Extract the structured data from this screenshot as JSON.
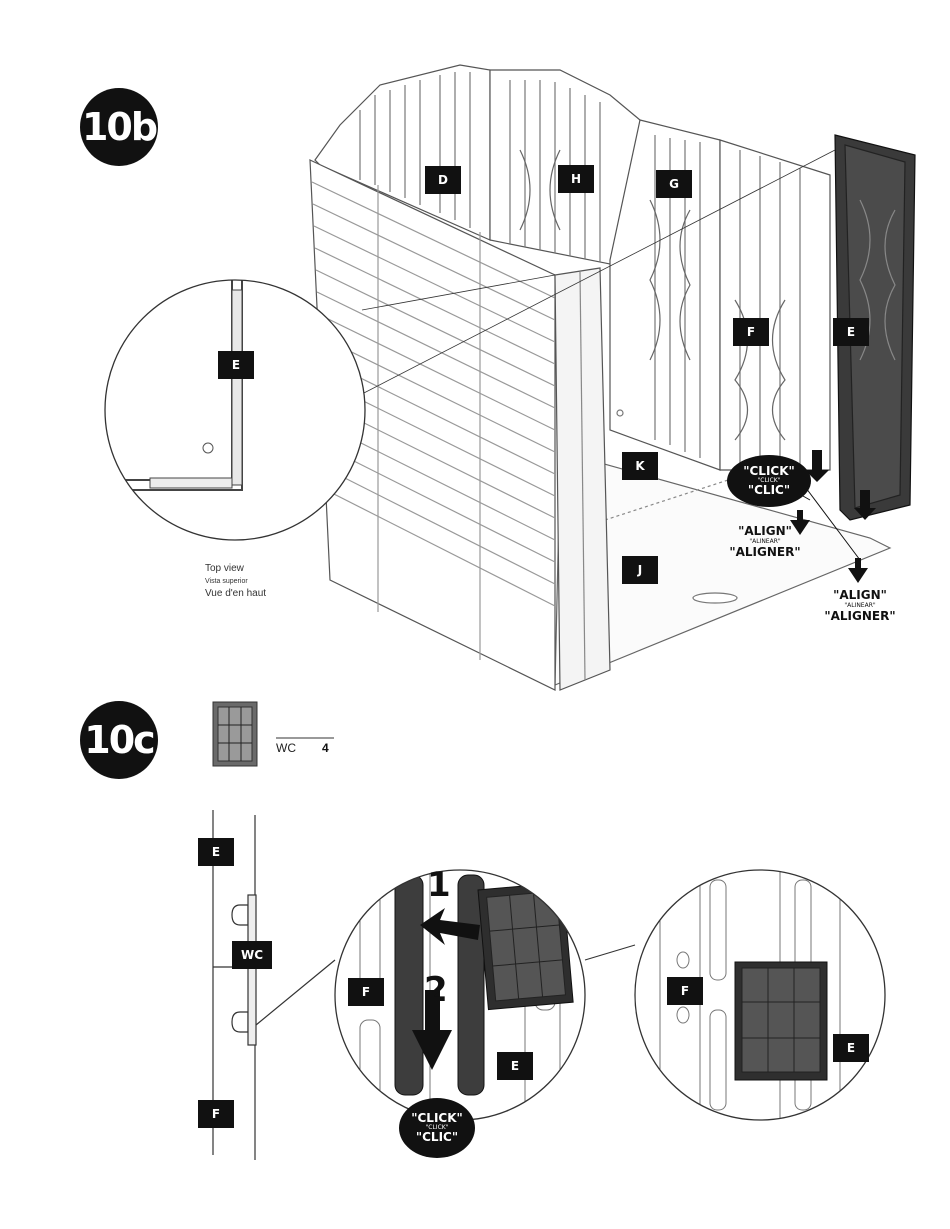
{
  "steps": {
    "step_b": "10b",
    "step_c": "10c"
  },
  "labels": {
    "D": "D",
    "H": "H",
    "G": "G",
    "F": "F",
    "E": "E",
    "K": "K",
    "J": "J",
    "WC": "WC"
  },
  "click_callout": {
    "en": "\"CLICK\"",
    "es": "\"CLICK\"",
    "fr": "\"CLIC\""
  },
  "align_callout": {
    "en": "\"ALIGN\"",
    "es": "\"ALINEAR\"",
    "fr": "\"ALIGNER\""
  },
  "top_view_caption": {
    "en": "Top view",
    "es": "Vista superior",
    "fr": "Vue d'en haut"
  },
  "part_list": {
    "code": "WC",
    "quantity": "4"
  },
  "sequence_numbers": {
    "first": "1",
    "second": "2"
  }
}
